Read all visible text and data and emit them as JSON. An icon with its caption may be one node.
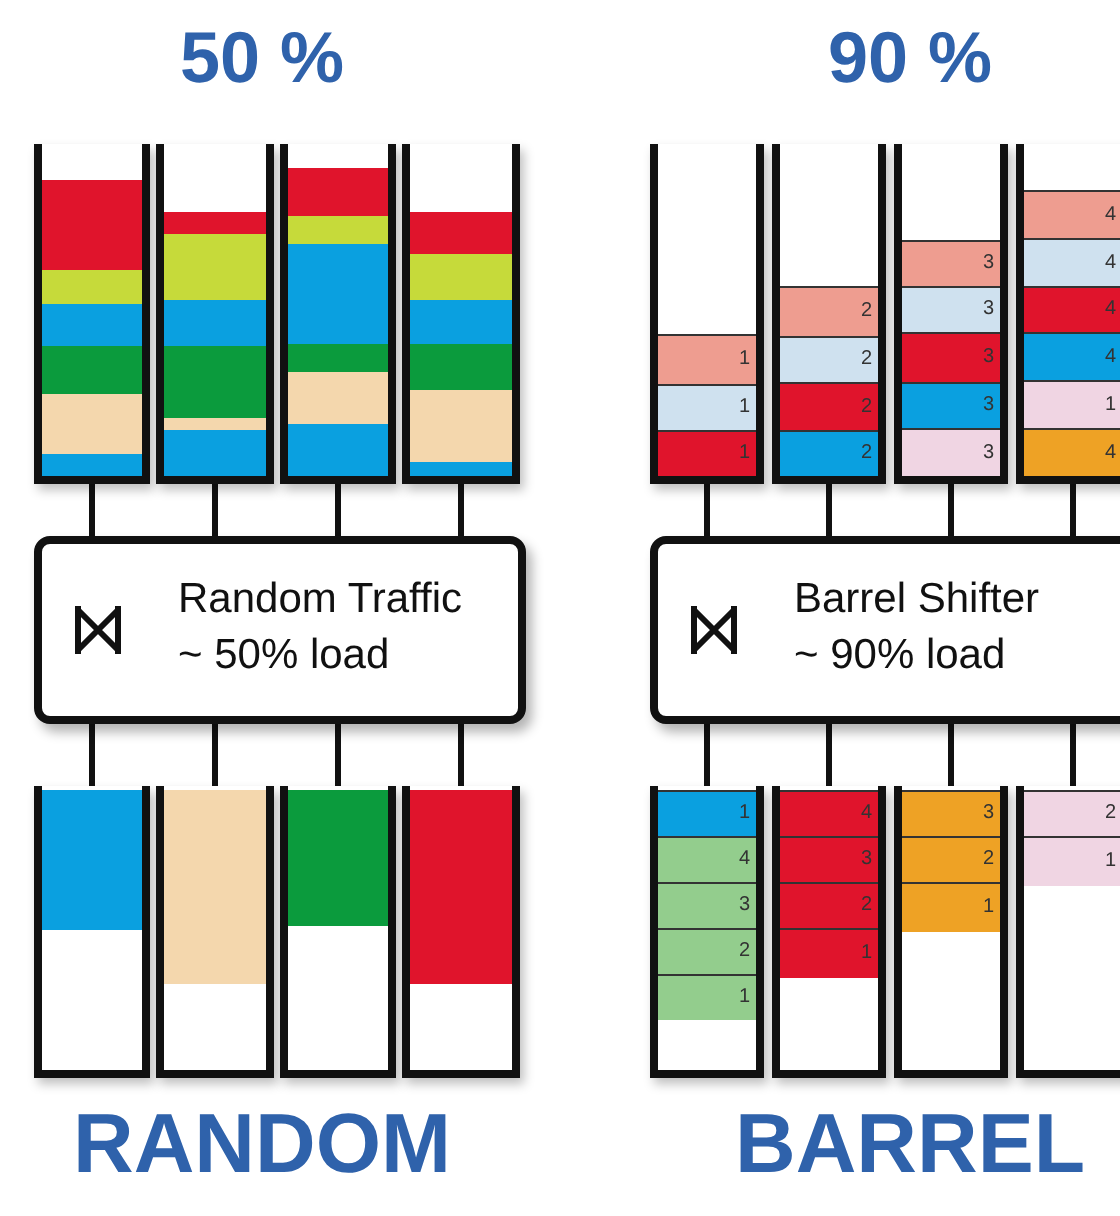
{
  "diagram": {
    "nodes": [
      {
        "text": [],
        "shape": "box"
      },
      {
        "text": [],
        "shape": "box"
      },
      {
        "text": [],
        "shape": "box"
      },
      {
        "text": [],
        "shape": "box"
      },
      {
        "text": [
          "Random Traffic",
          "~ 50% load"
        ]
      },
      {
        "text": [],
        "shape": "box"
      },
      {
        "text": [],
        "shape": "box"
      },
      {
        "text": [],
        "shape": "box"
      },
      {
        "text": [],
        "shape": "box"
      },
      {
        "text": [
          "1",
          "1",
          "1"
        ]
      },
      {
        "text": [
          "2",
          "2",
          "2",
          "2"
        ]
      },
      {
        "text": [
          "3",
          "3",
          "3",
          "3",
          "3"
        ]
      },
      {
        "text": [
          "4",
          "4",
          "4",
          "4",
          "1",
          "4"
        ]
      },
      {
        "text": [
          "Barrel Shifter",
          "~ 90% load"
        ]
      },
      {
        "text": [
          "1",
          "4",
          "3",
          "2",
          "1"
        ]
      },
      {
        "text": [
          "4",
          "3",
          "2",
          "1"
        ]
      },
      {
        "text": [
          "3",
          "2",
          "1"
        ]
      },
      {
        "text": [
          "2",
          "1"
        ]
      }
    ],
    "edges": [
      {
        "from": 0,
        "to": 4,
        "arrow": "none"
      },
      {
        "from": 1,
        "to": 4,
        "arrow": "none"
      },
      {
        "from": 2,
        "to": 4,
        "arrow": "none"
      },
      {
        "from": 3,
        "to": 4,
        "arrow": "none"
      },
      {
        "from": 4,
        "to": 5,
        "arrow": "none"
      },
      {
        "from": 4,
        "to": 6,
        "arrow": "none"
      },
      {
        "from": 4,
        "to": 7,
        "arrow": "none"
      },
      {
        "from": 4,
        "to": 8,
        "arrow": "none"
      },
      {
        "from": 9,
        "to": 13,
        "arrow": "none"
      },
      {
        "from": 10,
        "to": 13,
        "arrow": "none"
      },
      {
        "from": 11,
        "to": 13,
        "arrow": "none"
      },
      {
        "from": 12,
        "to": 13,
        "arrow": "none"
      },
      {
        "from": 13,
        "to": 14,
        "arrow": "none"
      },
      {
        "from": 13,
        "to": 15,
        "arrow": "none"
      },
      {
        "from": 13,
        "to": 16,
        "arrow": "none"
      },
      {
        "from": 13,
        "to": 17,
        "arrow": "none"
      }
    ],
    "labels": [
      "50 %",
      "90 %",
      "RANDOM",
      "BARREL"
    ]
  }
}
